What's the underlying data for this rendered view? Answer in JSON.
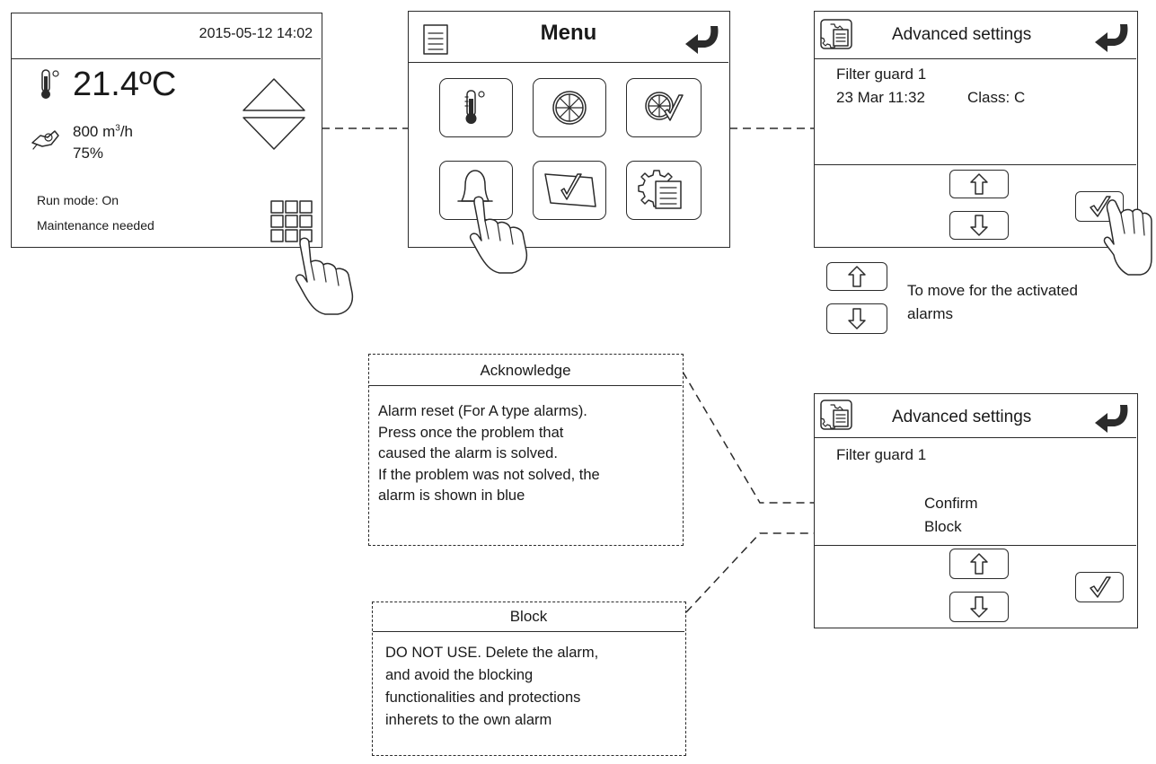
{
  "home_screen": {
    "datetime": "2015-05-12  14:02",
    "temperature": "21.4ºC",
    "airflow_value": "800 m",
    "airflow_sup": "3",
    "airflow_unit": "/h",
    "fan_percent": "75%",
    "run_mode": "Run mode:  On",
    "maintenance": "Maintenance needed"
  },
  "menu_screen": {
    "title": "Menu"
  },
  "alarm_screen_1": {
    "title": "Advanced settings",
    "alarm_name": "Filter guard 1",
    "alarm_time": "23 Mar 11:32",
    "alarm_class": "Class: C"
  },
  "nav_legend": {
    "line1": "To move for the activated",
    "line2": "alarms"
  },
  "alarm_screen_2": {
    "title": "Advanced settings",
    "alarm_name": "Filter guard 1",
    "option_confirm": "Confirm",
    "option_block": "Block"
  },
  "acknowledge_note": {
    "title": "Acknowledge",
    "lines": [
      "Alarm reset (For A type alarms).",
      "Press once the problem that",
      "caused the alarm is solved.",
      "If the problem was not solved, the",
      "alarm is shown in blue"
    ]
  },
  "block_note": {
    "title": "Block",
    "lines": [
      "DO NOT USE.  Delete the alarm,",
      "and avoid the blocking",
      "functionalities and protections",
      "inherets to the own alarm"
    ]
  },
  "icons": {
    "thermometer": "thermometer-icon",
    "fan": "fan-icon",
    "hand": "pointing-hand-icon",
    "bell": "bell-icon",
    "checklist": "checklist-icon",
    "settings": "settings-document-icon",
    "back": "back-arrow-icon"
  }
}
